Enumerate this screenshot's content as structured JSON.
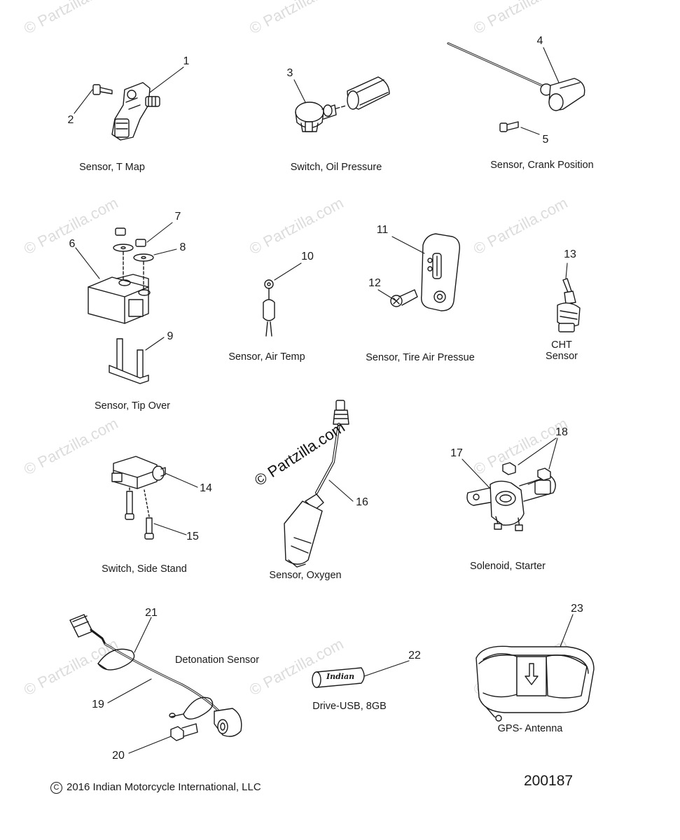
{
  "captions": {
    "sensor_t_map": "Sensor, T Map",
    "switch_oil_pressure": "Switch, Oil Pressure",
    "sensor_crank_position": "Sensor, Crank Position",
    "sensor_air_temp": "Sensor, Air Temp",
    "sensor_tire_air_pressue": "Sensor, Tire Air Pressue",
    "cht_line1": "CHT",
    "cht_line2": "Sensor",
    "sensor_tip_over": "Sensor, Tip Over",
    "switch_side_stand": "Switch, Side Stand",
    "sensor_oxygen": "Sensor, Oxygen",
    "solenoid_starter": "Solenoid, Starter",
    "detonation_sensor": "Detonation Sensor",
    "drive_usb": "Drive-USB, 8GB",
    "gps_antenna": "GPS- Antenna"
  },
  "callouts": [
    "1",
    "2",
    "3",
    "4",
    "5",
    "6",
    "7",
    "8",
    "9",
    "10",
    "11",
    "12",
    "13",
    "14",
    "15",
    "16",
    "17",
    "18",
    "19",
    "20",
    "21",
    "22",
    "23"
  ],
  "watermark": "© Partzilla.com",
  "watermark_prominent": "© Partzilla.com",
  "copyright": "2016 Indian Motorcycle International, LLC",
  "copyright_symbol": "C",
  "figure_id": "200187",
  "usb_brand": "Indian"
}
